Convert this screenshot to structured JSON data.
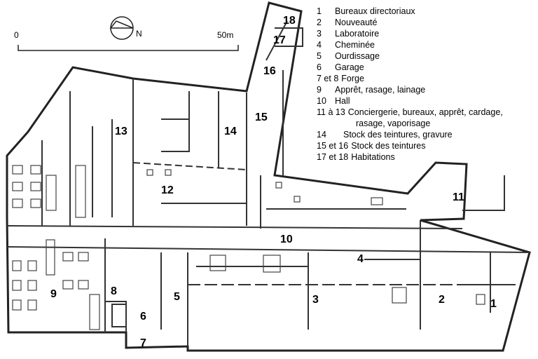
{
  "scale": {
    "start": "0",
    "end": "50m"
  },
  "north": {
    "letter": "N",
    "icon": "north-arrow-icon"
  },
  "rooms": [
    "1",
    "2",
    "3",
    "4",
    "5",
    "6",
    "7",
    "8",
    "9",
    "10",
    "11",
    "12",
    "13",
    "14",
    "15",
    "16",
    "17",
    "18"
  ],
  "legend": [
    {
      "key": "1",
      "label": "Bureaux  directoriaux"
    },
    {
      "key": "2",
      "label": "Nouveauté"
    },
    {
      "key": "3",
      "label": "Laboratoire"
    },
    {
      "key": "4",
      "label": "Cheminée"
    },
    {
      "key": "5",
      "label": "Ourdissage"
    },
    {
      "key": "6",
      "label": "Garage"
    },
    {
      "key": "7 et 8",
      "label": "Forge"
    },
    {
      "key": "9",
      "label": "Apprêt, rasage, lainage"
    },
    {
      "key": "10",
      "label": "Hall"
    },
    {
      "key": "11 à 13",
      "label": "Conciergerie, bureaux, apprêt, cardage,",
      "cont": "rasage, vaporisage"
    },
    {
      "key": "14",
      "label": "Stock des teintures, gravure"
    },
    {
      "key": "15 et 16",
      "label": "Stock des teintures"
    },
    {
      "key": "17 et 18",
      "label": "Habitations"
    }
  ]
}
